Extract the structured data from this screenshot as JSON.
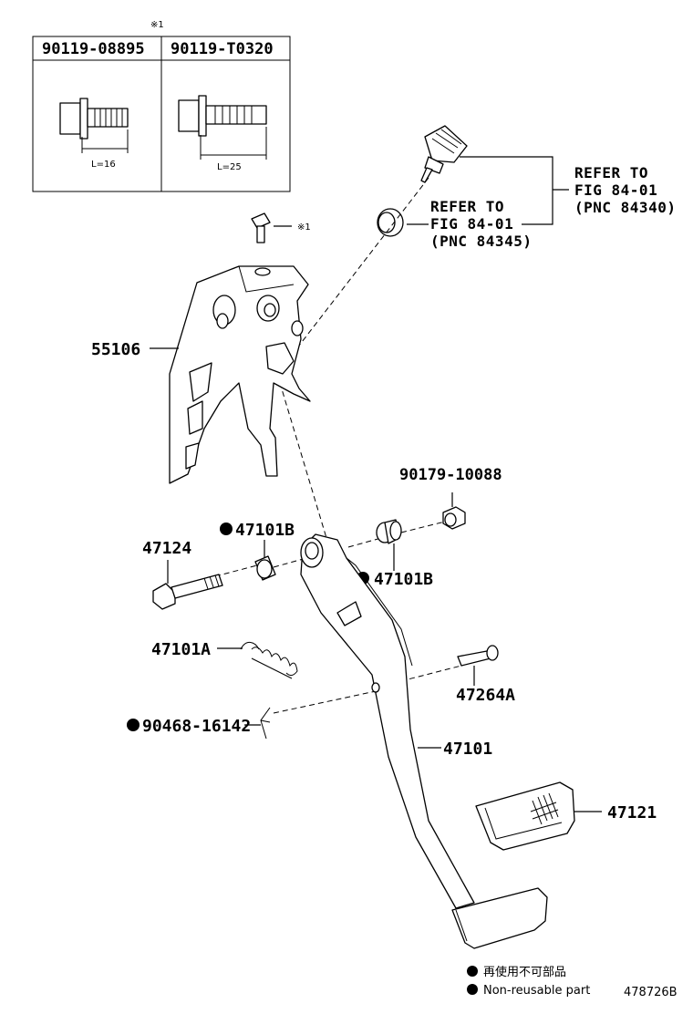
{
  "diagram": {
    "figure_id": "478726B",
    "reference_mark": "※1",
    "bolt_table": {
      "mark": "※1",
      "columns": [
        {
          "part_number": "90119-08895",
          "length": "L=16"
        },
        {
          "part_number": "90119-T0320",
          "length": "L=25"
        }
      ]
    },
    "refers": [
      {
        "line1": "REFER TO",
        "line2": "FIG 84-01",
        "line3": "(PNC 84340)"
      },
      {
        "line1": "REFER TO",
        "line2": "FIG 84-01",
        "line3": "(PNC 84345)"
      }
    ],
    "callouts": {
      "bracket": "55106",
      "nut": "90179-10088",
      "bushing_left": "47101B",
      "bushing_right": "47101B",
      "bolt": "47124",
      "spring": "47101A",
      "stopper": "47264A",
      "clip": "90468-16142",
      "pedal_arm": "47101",
      "pedal_pad": "47121"
    },
    "legend": {
      "line1": "再使用不可部品",
      "line2": "Non-reusable part"
    }
  }
}
